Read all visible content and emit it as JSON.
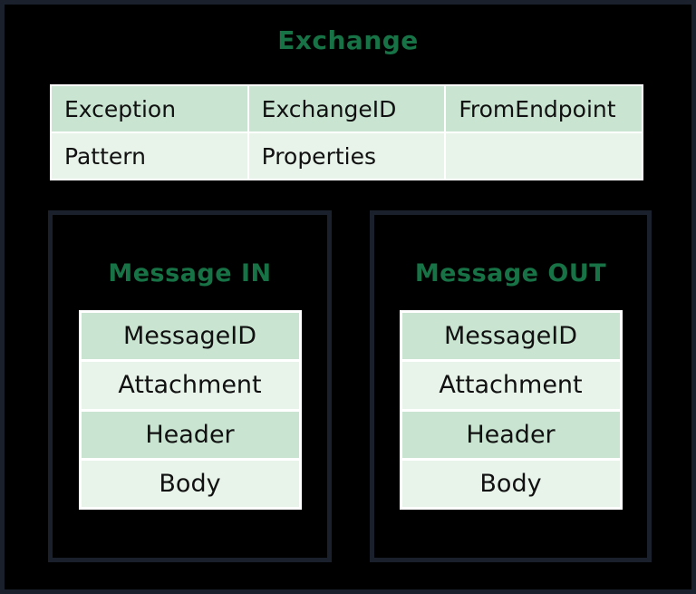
{
  "exchange": {
    "title": "Exchange",
    "rows": [
      [
        "Exception",
        "ExchangeID",
        "FromEndpoint"
      ],
      [
        "Pattern",
        "Properties",
        ""
      ]
    ]
  },
  "message_in": {
    "title": "Message IN",
    "fields": [
      "MessageID",
      "Attachment",
      "Header",
      "Body"
    ]
  },
  "message_out": {
    "title": "Message OUT",
    "fields": [
      "MessageID",
      "Attachment",
      "Header",
      "Body"
    ]
  },
  "colors": {
    "title_green": "#177245",
    "row_green": "#c9e5d1",
    "row_light_green": "#e8f3ea",
    "frame_navy": "#1b212c",
    "canvas_black": "#000000",
    "cell_text": "#111111",
    "grid_white": "#ffffff"
  }
}
